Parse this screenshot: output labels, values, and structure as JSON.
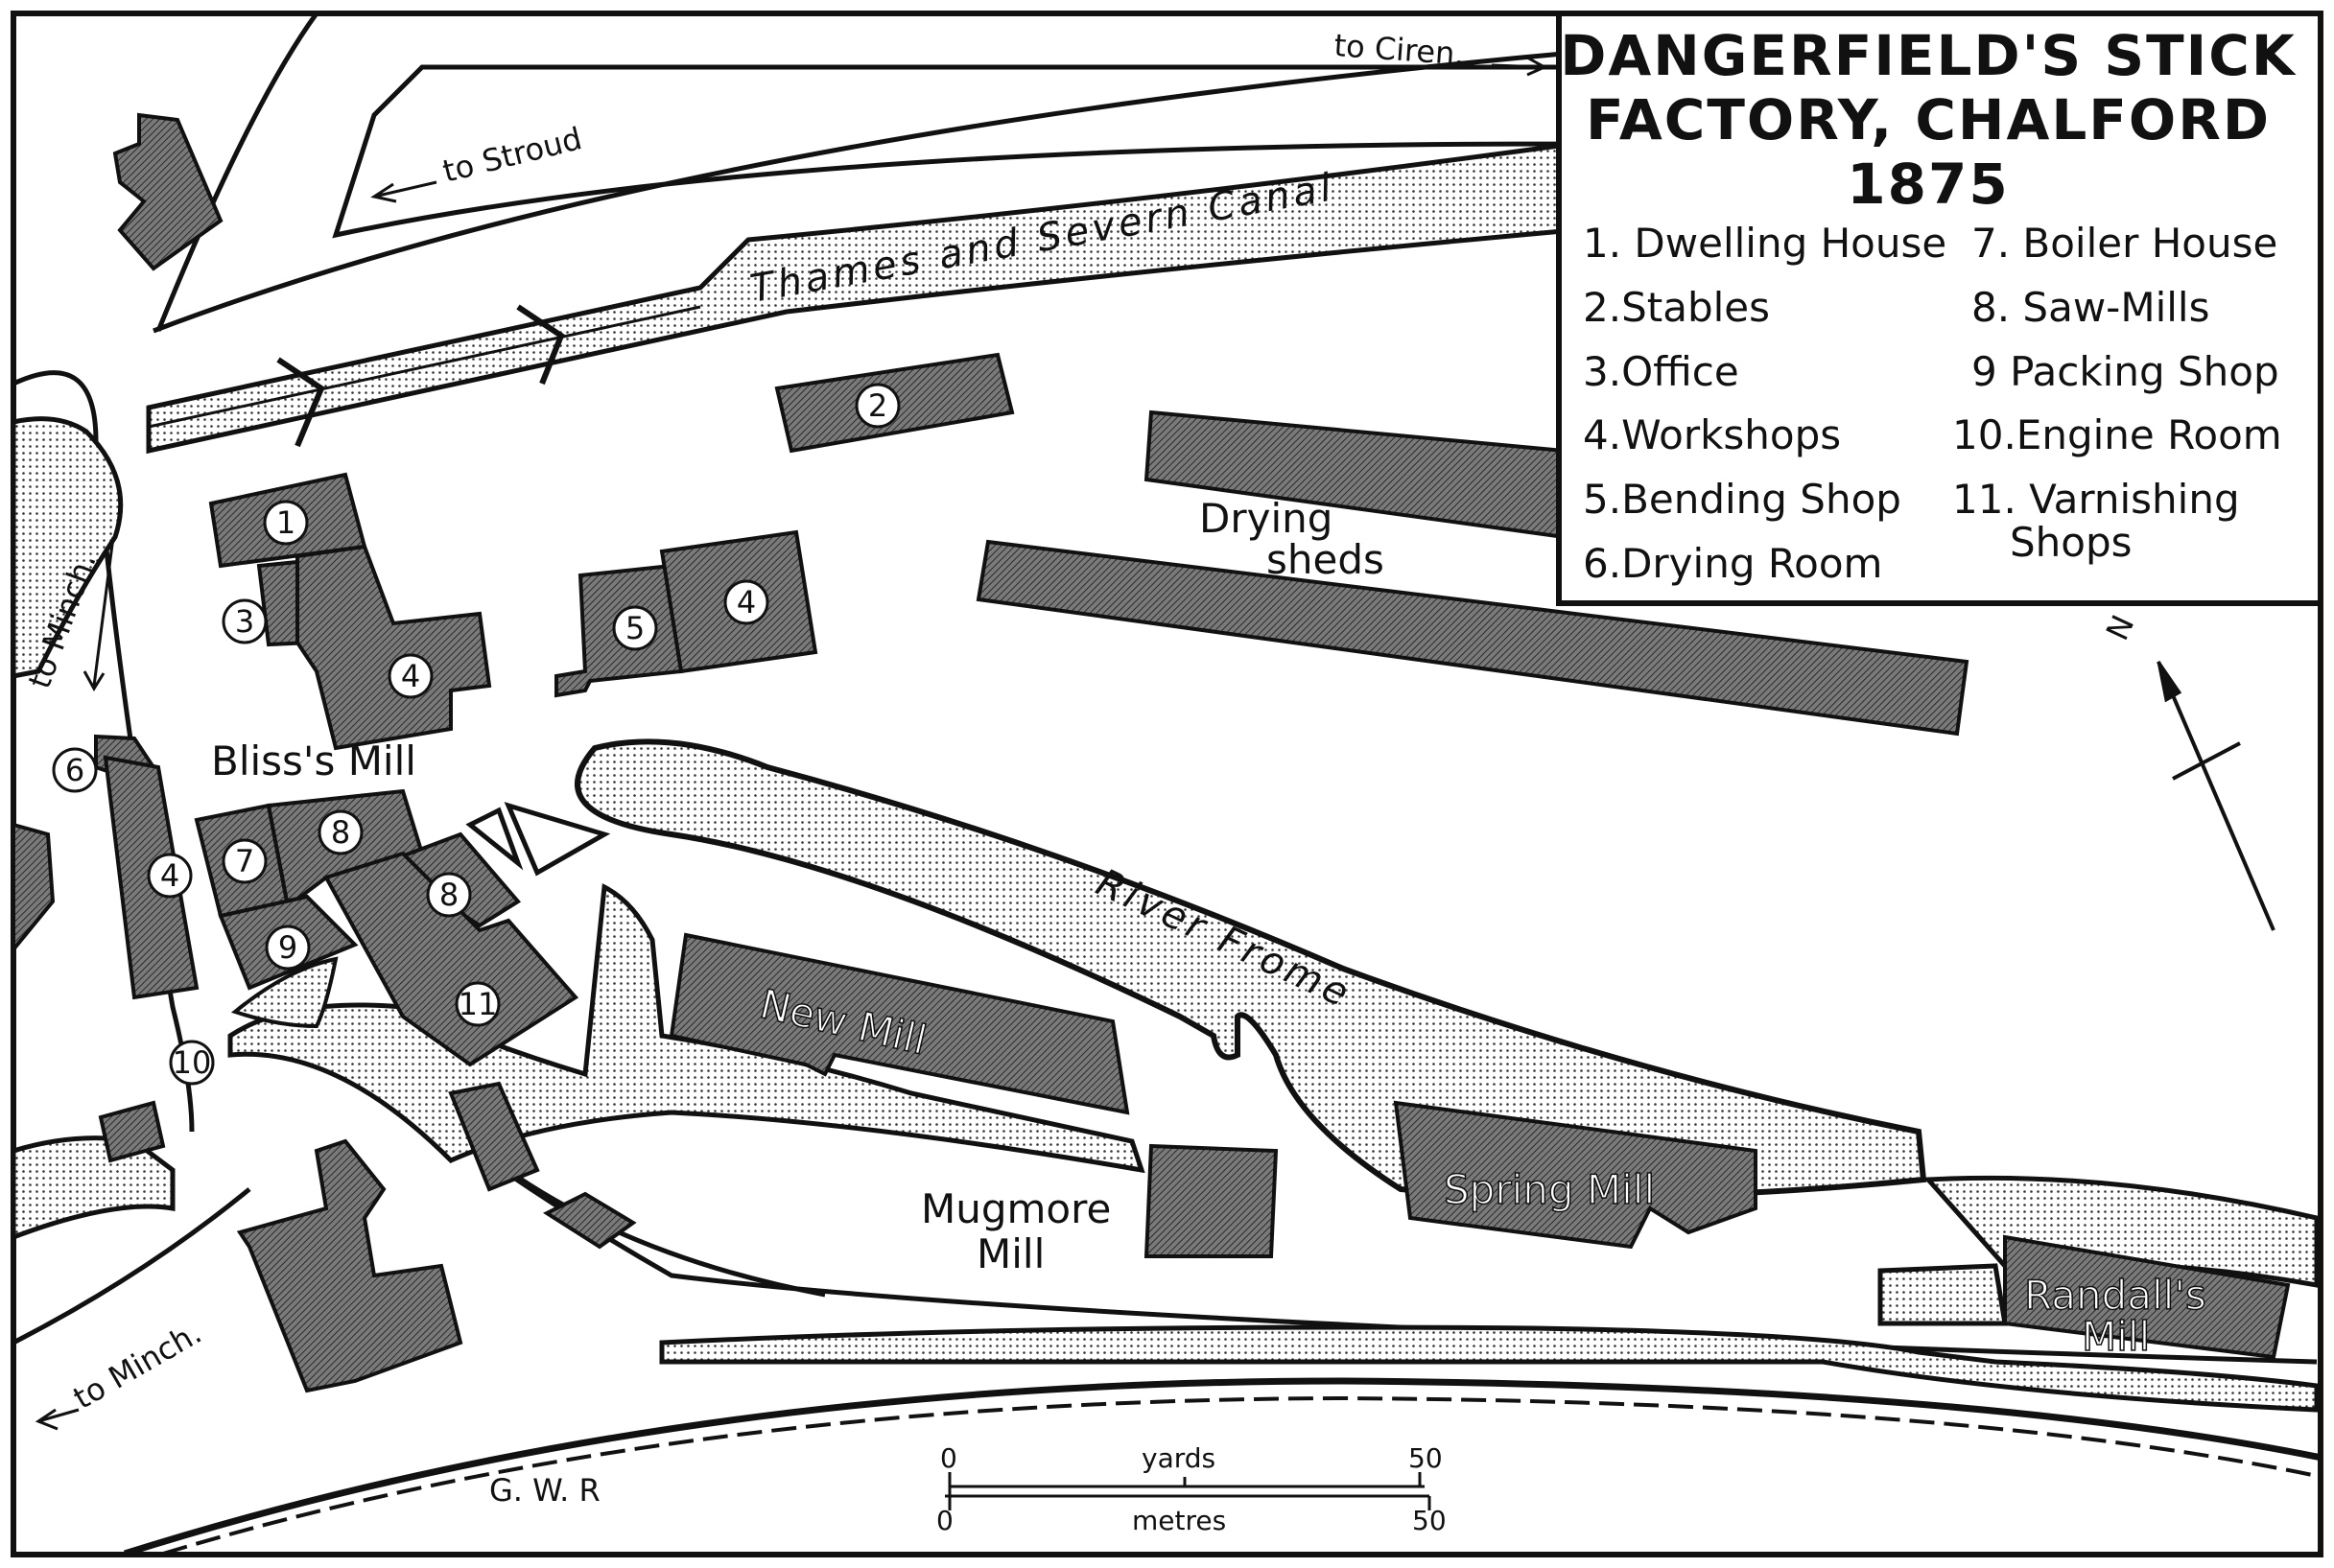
{
  "title": {
    "line1": "DANGERFIELD'S STICK",
    "line2": "FACTORY, CHALFORD",
    "line3": "1875"
  },
  "legend": [
    "1. Dwelling House",
    "2.Stables",
    "3.Office",
    "4.Workshops",
    "5.Bending Shop",
    "6.Drying Room",
    "7. Boiler House",
    "8. Saw-Mills",
    "9 Packing Shop",
    "10.Engine Room",
    "11. Varnishing",
    "Shops"
  ],
  "labels": {
    "to_ciren": "to Ciren.",
    "to_stroud": "to Stroud",
    "canal": "Thames and Severn Canal",
    "to_minch_upper": "to Minch.",
    "to_minch_lower": "to Minch.",
    "drying_sheds_1": "Drying",
    "drying_sheds_2": "sheds",
    "bliss_mill": "Bliss's Mill",
    "river": "River Frome",
    "new_mill": "New Mill",
    "mugmore_1": "Mugmore",
    "mugmore_2": "Mill",
    "spring_mill": "Spring Mill",
    "randalls_1": "Randall's",
    "randalls_2": "Mill",
    "gwr": "G. W. R",
    "north": "N"
  },
  "building_numbers": {
    "b1": "1",
    "b2": "2",
    "b3": "3",
    "b4a": "4",
    "b4b": "4",
    "b4c": "4",
    "b5": "5",
    "b6": "6",
    "b7": "7",
    "b8a": "8",
    "b8b": "8",
    "b9": "9",
    "b10": "10",
    "b11": "11"
  },
  "scale": {
    "yards_label": "yards",
    "metres_label": "metres",
    "yards_start": "0",
    "yards_end": "50",
    "metres_start": "0",
    "metres_end": "50"
  }
}
